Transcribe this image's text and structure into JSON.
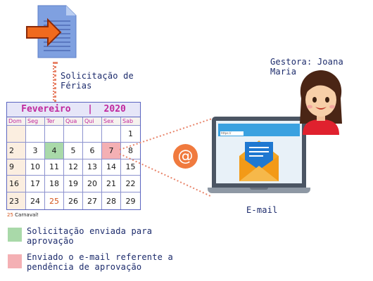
{
  "request": {
    "label_line1": "Solicitação de",
    "label_line2": "Férias"
  },
  "manager": {
    "label": "Gestora: Joana Maria"
  },
  "email": {
    "label": "E-mail",
    "at_symbol": "@",
    "url_text": "https://"
  },
  "calendar": {
    "month": "Fevereiro",
    "separator": "|",
    "year": "2020",
    "weekdays": [
      "Dom",
      "Seg",
      "Ter",
      "Qua",
      "Qui",
      "Sex",
      "Sab"
    ],
    "weeks": [
      [
        "",
        "",
        "",
        "",
        "",
        "",
        "1"
      ],
      [
        "2",
        "3",
        "4",
        "5",
        "6",
        "7",
        "8"
      ],
      [
        "9",
        "10",
        "11",
        "12",
        "13",
        "14",
        "15"
      ],
      [
        "16",
        "17",
        "18",
        "19",
        "20",
        "21",
        "22"
      ],
      [
        "23",
        "24",
        "25",
        "26",
        "27",
        "28",
        "29"
      ]
    ],
    "highlight_green_day": "4",
    "highlight_pink_day": "7",
    "holiday_day": "25",
    "footnote_number": "25",
    "footnote_text": "Carnaval!"
  },
  "legend": {
    "items": [
      {
        "color": "#a9d9a9",
        "line1": "Solicitação enviada para",
        "line2": "aprovação"
      },
      {
        "color": "#f4b0b4",
        "line1": "Enviado o e-mail referente a",
        "line2": "pendência de aprovação"
      }
    ]
  },
  "colors": {
    "text": "#1b2a6b",
    "accent_magenta": "#c0289e",
    "connector": "#e8846a",
    "at_circle": "#f07a3e",
    "document_blue": "#6c8fd8",
    "arrow_orange": "#f06a1e"
  },
  "icons": [
    "document-arrow-icon",
    "avatar-woman-icon",
    "laptop-icon",
    "envelope-icon",
    "at-symbol-icon"
  ]
}
